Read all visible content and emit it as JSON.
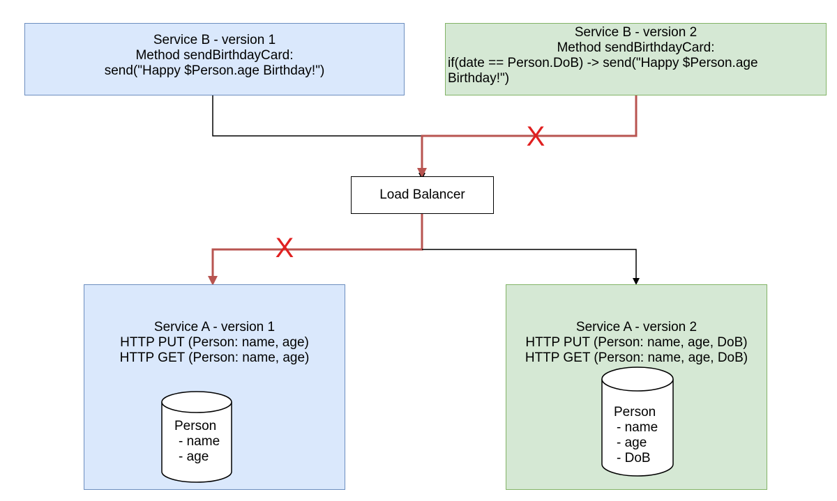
{
  "colors": {
    "blue_fill": "#dae8fc",
    "blue_stroke": "#6c8ebf",
    "green_fill": "#d5e8d4",
    "green_stroke": "#82b366",
    "blocked_line": "#b85450",
    "blocked_mark": "#e02020",
    "normal_line": "#000000"
  },
  "service_b_v1": {
    "title": "Service B - version 1",
    "method": "Method sendBirthdayCard:",
    "code": "send(\"Happy $Person.age Birthday!\")"
  },
  "service_b_v2": {
    "title": "Service B - version 2",
    "method": "Method sendBirthdayCard:",
    "code_line1": "if(date == Person.DoB) -> send(\"Happy $Person.age",
    "code_line2": "Birthday!\")"
  },
  "load_balancer": {
    "label": "Load Balancer"
  },
  "service_a_v1": {
    "title": "Service A - version 1",
    "put": "HTTP PUT (Person: name, age)",
    "get": "HTTP GET (Person: name, age)",
    "db": {
      "entity": "Person",
      "fields": [
        "- name",
        "- age"
      ]
    }
  },
  "service_a_v2": {
    "title": "Service A - version 2",
    "put": "HTTP PUT (Person: name, age, DoB)",
    "get": "HTTP GET (Person: name, age, DoB)",
    "db": {
      "entity": "Person",
      "fields": [
        "- name",
        "- age",
        "- DoB"
      ]
    }
  },
  "blocked_marks": [
    "X",
    "X"
  ]
}
